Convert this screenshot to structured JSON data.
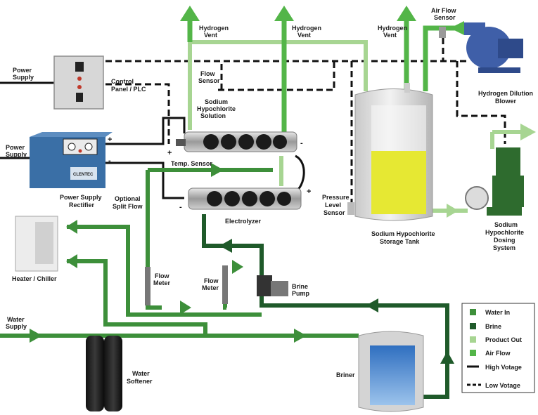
{
  "labels": {
    "power_supply_1": [
      "Power",
      "Supply"
    ],
    "control_panel": [
      "Control",
      "Panel / PLC"
    ],
    "power_supply_2": [
      "Power",
      "Supply"
    ],
    "rectifier": [
      "Power Supply",
      "Rectifier"
    ],
    "hydrogen_vent_1": [
      "Hydrogen",
      "Vent"
    ],
    "hydrogen_vent_2": [
      "Hydrogen",
      "Vent"
    ],
    "hydrogen_vent_3": [
      "Hydrogen",
      "Vent"
    ],
    "air_flow_sensor": [
      "Air Flow",
      "Sensor"
    ],
    "dilution_blower": [
      "Hydrogen Dilution",
      "Blower"
    ],
    "flow_sensor": [
      "Flow",
      "Sensor"
    ],
    "hypochlorite_solution": [
      "Sodium",
      "Hypochlorite",
      "Solution"
    ],
    "temp_sensor": "Temp. Sensor",
    "optional_split_flow": [
      "Optional",
      "Split Flow"
    ],
    "electrolyzer": "Electrolyzer",
    "pressure_level_sensor": [
      "Pressure",
      "Level",
      "Sensor"
    ],
    "storage_tank": [
      "Sodium Hypochlorite",
      "Storage Tank"
    ],
    "dosing_system": [
      "Sodium",
      "Hypochlorite",
      "Dosing",
      "System"
    ],
    "heater_chiller": "Heater / Chiller",
    "flow_meter_1": [
      "Flow",
      "Meter"
    ],
    "flow_meter_2": [
      "Flow",
      "Meter"
    ],
    "brine_pump": [
      "Brine",
      "Pump"
    ],
    "water_supply": [
      "Water",
      "Supply"
    ],
    "water_softener": [
      "Water",
      "Softener"
    ],
    "briner": "Briner",
    "panel_logo": "CLENTEC"
  },
  "polarity": {
    "rect_plus": "+",
    "rect_minus": "-",
    "top_cell_plus": "+",
    "top_cell_minus": "-",
    "bottom_cell_plus": "+",
    "bottom_cell_minus": "-"
  },
  "legend": {
    "items": [
      {
        "label": "Water In",
        "kind": "swatch",
        "color": "#3d8f3a"
      },
      {
        "label": "Brine",
        "kind": "swatch",
        "color": "#1f5a2a"
      },
      {
        "label": "Product Out",
        "kind": "swatch",
        "color": "#a7d592"
      },
      {
        "label": "Air Flow",
        "kind": "swatch",
        "color": "#53b548"
      },
      {
        "label": "High Votage",
        "kind": "solid-line",
        "color": "#111111"
      },
      {
        "label": "Low Votage",
        "kind": "dashed-line",
        "color": "#111111"
      }
    ]
  },
  "colors": {
    "water_in": "#3d8f3a",
    "brine": "#1f5a2a",
    "product_out": "#a7d592",
    "air_flow": "#53b548",
    "tank_fill": "#e6e833"
  }
}
